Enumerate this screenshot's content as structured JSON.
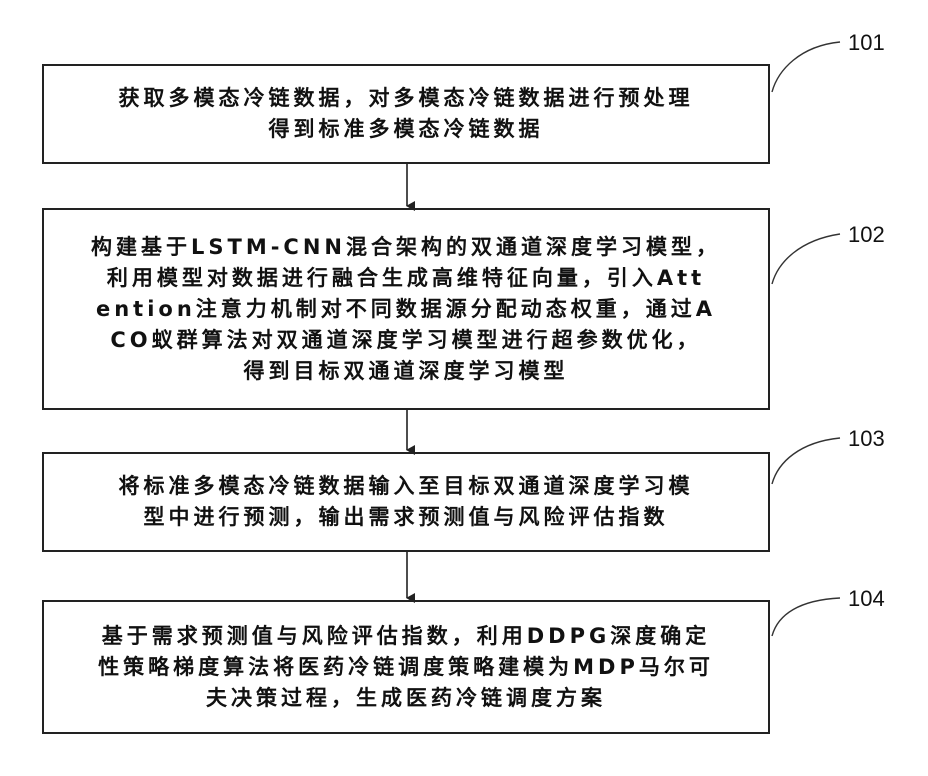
{
  "steps": [
    {
      "id": "101",
      "lines": [
        "获取多模态冷链数据，对多模态冷链数据进行预处理",
        "得到标准多模态冷链数据"
      ]
    },
    {
      "id": "102",
      "lines": [
        "构建基于LSTM-CNN混合架构的双通道深度学习模型，",
        "利用模型对数据进行融合生成高维特征向量，引入Att",
        "ention注意力机制对不同数据源分配动态权重，通过A",
        "CO蚁群算法对双通道深度学习模型进行超参数优化，",
        "得到目标双通道深度学习模型"
      ]
    },
    {
      "id": "103",
      "lines": [
        "将标准多模态冷链数据输入至目标双通道深度学习模",
        "型中进行预测，输出需求预测值与风险评估指数"
      ]
    },
    {
      "id": "104",
      "lines": [
        "基于需求预测值与风险评估指数，利用DDPG深度确定",
        "性策略梯度算法将医药冷链调度策略建模为MDP马尔可",
        "夫决策过程，生成医药冷链调度方案"
      ]
    }
  ]
}
